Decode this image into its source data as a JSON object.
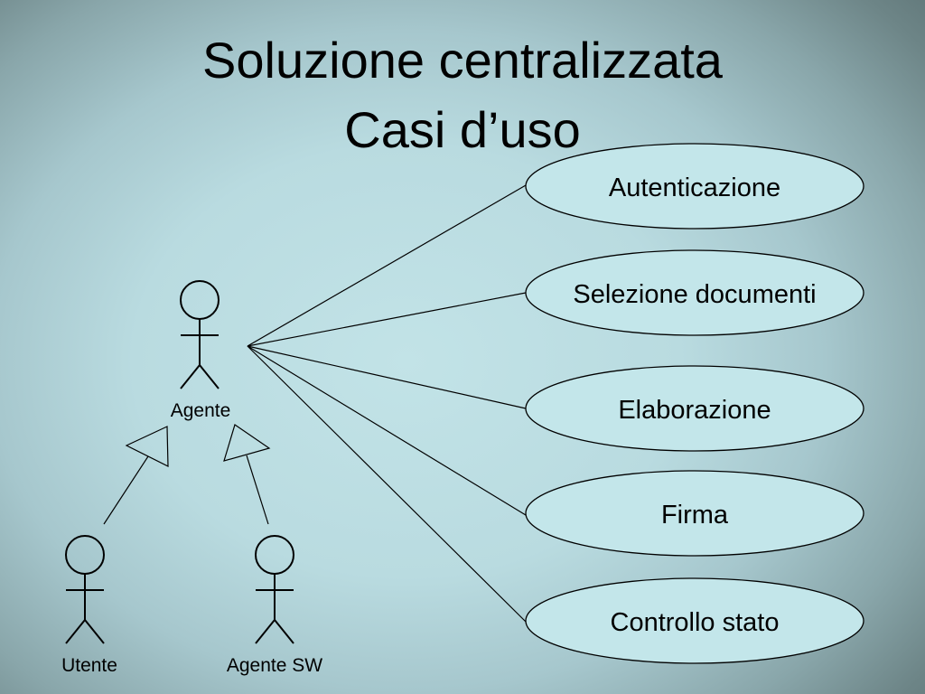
{
  "title": {
    "line1": "Soluzione centralizzata",
    "line2": "Casi d’uso"
  },
  "actors": {
    "agente": {
      "label": "Agente"
    },
    "utente": {
      "label": "Utente"
    },
    "agente_sw": {
      "label": "Agente SW"
    }
  },
  "use_cases": [
    {
      "label": "Autenticazione"
    },
    {
      "label": "Selezione documenti"
    },
    {
      "label": "Elaborazione"
    },
    {
      "label": "Firma"
    },
    {
      "label": "Controllo stato"
    }
  ],
  "colors": {
    "ellipse_fill": "#c3e6ea",
    "stroke": "#000000"
  }
}
